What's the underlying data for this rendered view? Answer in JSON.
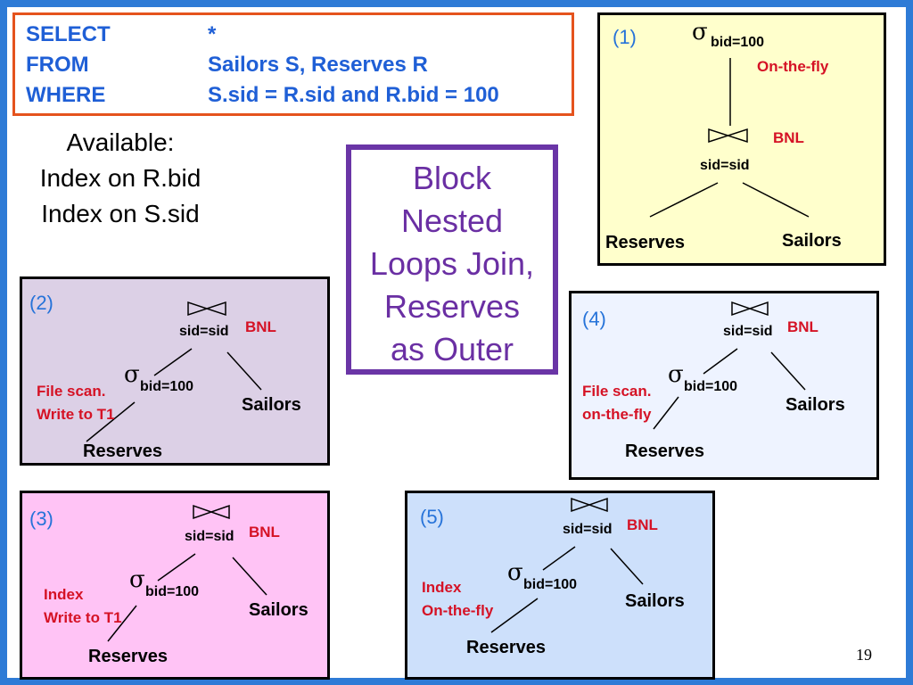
{
  "sql": {
    "select_kw": "SELECT",
    "select_val": "*",
    "from_kw": "FROM",
    "from_val": "Sailors S, Reserves R",
    "where_kw": "WHERE",
    "where_val": "S.sid =  R.sid and R.bid = 100"
  },
  "available": [
    "Available:",
    "Index on R.bid",
    "Index on S.sid"
  ],
  "bnl_box": [
    "Block",
    "Nested",
    "Loops Join,",
    "Reserves",
    "as Outer"
  ],
  "plans": {
    "p1": {
      "label": "(1)",
      "select_pred": "bid=100",
      "select_note": "On-the-fly",
      "join_pred": "sid=sid",
      "join_algo": "BNL",
      "left_leaf": "Reserves",
      "right_leaf": "Sailors"
    },
    "p2": {
      "label": "(2)",
      "join_pred": "sid=sid",
      "join_algo": "BNL",
      "select_pred": "bid=100",
      "note1": "File scan.",
      "note2": "Write to T1",
      "right_leaf": "Sailors",
      "bottom_leaf": "Reserves"
    },
    "p3": {
      "label": "(3)",
      "join_pred": "sid=sid",
      "join_algo": "BNL",
      "select_pred": "bid=100",
      "note1": "Index",
      "note2": "Write to T1",
      "right_leaf": "Sailors",
      "bottom_leaf": "Reserves"
    },
    "p4": {
      "label": "(4)",
      "join_pred": "sid=sid",
      "join_algo": "BNL",
      "select_pred": "bid=100",
      "note1": "File scan.",
      "note2": "on-the-fly",
      "right_leaf": "Sailors",
      "bottom_leaf": "Reserves"
    },
    "p5": {
      "label": "(5)",
      "join_pred": "sid=sid",
      "join_algo": "BNL",
      "select_pred": "bid=100",
      "note1": "Index",
      "note2": "On-the-fly",
      "right_leaf": "Sailors",
      "bottom_leaf": "Reserves"
    }
  },
  "page_number": "19",
  "colors": {
    "sql_border": "#e5531d",
    "sql_text": "#1f5fd6",
    "bnl_border": "#6a35a6",
    "bnl_text": "#6a2fa3",
    "red_note": "#d51225"
  }
}
